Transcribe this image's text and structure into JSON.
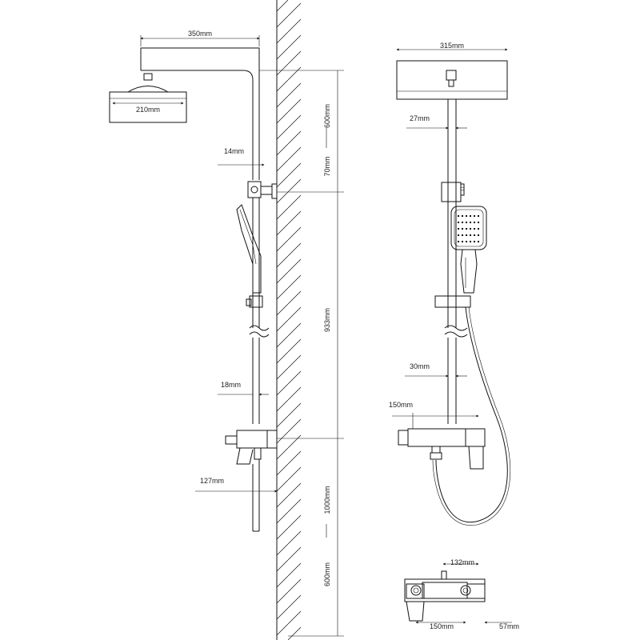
{
  "side_view": {
    "dim_arm": "350mm",
    "dim_head": "210mm",
    "dim_wall_offset": "14mm",
    "dim_rail_offset": "18mm",
    "dim_mixer_offset": "127mm",
    "dim_top": "600mm",
    "dim_bracket": "70mm",
    "dim_rail_height": "933mm",
    "dim_inlet_height": "1000mm",
    "dim_bottom": "600mm"
  },
  "front_view": {
    "dim_head": "315mm",
    "dim_pipe": "27mm",
    "dim_rail": "30mm",
    "dim_mixer": "150mm"
  },
  "bottom_view": {
    "dim_mixer_body": "132mm",
    "dim_inlet_spacing": "150mm",
    "dim_depth": "57mm"
  }
}
